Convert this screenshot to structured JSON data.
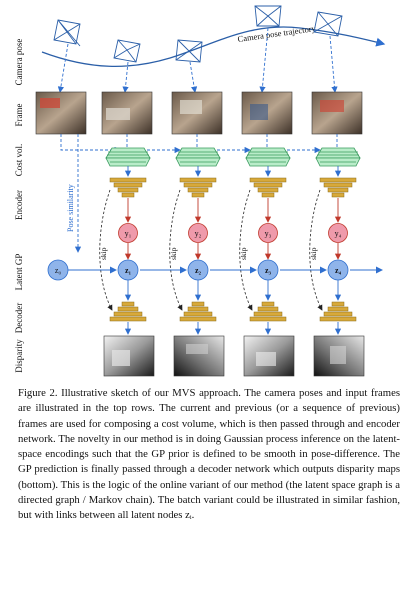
{
  "figure": {
    "row_labels": [
      "Camera pose",
      "Frame",
      "Cost vol.",
      "Encoder",
      "Latent GP",
      "Decoder",
      "Disparity"
    ],
    "trajectory_label": "Camera pose trajectory",
    "pose_similarity_label": "Pose similarity",
    "skip_label": "skip",
    "z0_label": "z₀",
    "y_nodes": [
      "y₁",
      "y₂",
      "y₃",
      "y₄"
    ],
    "z_nodes": [
      "z₁",
      "z₂",
      "z₃",
      "z₄"
    ],
    "colors": {
      "camera": "#2b5fa8",
      "cost_volume": "#7ed29a",
      "encoder": "#c49a2e",
      "decoder": "#c49a2e",
      "y_node": "#e0738a",
      "z_node": "#5b8fd6",
      "arrow_blue": "#2f6fcf",
      "arrow_red": "#c0392b",
      "trajectory": "#2b5fa8"
    }
  },
  "caption": {
    "label": "Figure 2.",
    "text": "Illustrative sketch of our MVS approach. The camera poses and input frames are illustrated in the top rows. The current and previous (or a sequence of previous) frames are used for composing a cost volume, which is then passed through and encoder network. The novelty in our method is in doing Gaussian process inference on the latent-space encodings such that the GP prior is defined to be smooth in pose-difference. The GP prediction is finally passed through a decoder network which outputs disparity maps (bottom). This is the logic of the online variant of our method (the latent space graph is a directed graph / Markov chain). The batch variant could be illustrated in similar fashion, but with links between all latent nodes zᵢ."
  }
}
